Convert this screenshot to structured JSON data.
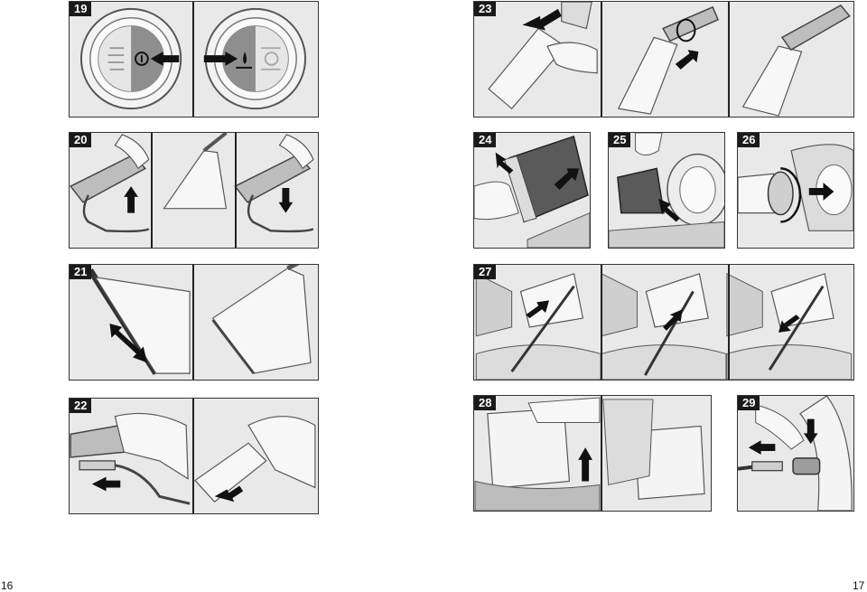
{
  "pages": {
    "left_number": "16",
    "right_number": "17"
  },
  "figures": [
    {
      "id": "19",
      "label": "19"
    },
    {
      "id": "20",
      "label": "20"
    },
    {
      "id": "21",
      "label": "21"
    },
    {
      "id": "22",
      "label": "22"
    },
    {
      "id": "23",
      "label": "23"
    },
    {
      "id": "24",
      "label": "24"
    },
    {
      "id": "25",
      "label": "25"
    },
    {
      "id": "26",
      "label": "26"
    },
    {
      "id": "27",
      "label": "27"
    },
    {
      "id": "28",
      "label": "28"
    },
    {
      "id": "29",
      "label": "29"
    }
  ]
}
